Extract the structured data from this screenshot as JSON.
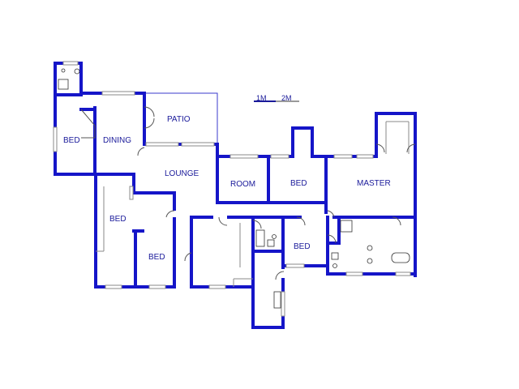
{
  "scale": {
    "marks": [
      "1M",
      "2M"
    ]
  },
  "rooms": [
    {
      "id": "bed-1",
      "label": "BED"
    },
    {
      "id": "dining",
      "label": "DINING"
    },
    {
      "id": "patio",
      "label": "PATIO"
    },
    {
      "id": "lounge",
      "label": "LOUNGE"
    },
    {
      "id": "room",
      "label": "ROOM"
    },
    {
      "id": "bed-2",
      "label": "BED"
    },
    {
      "id": "master",
      "label": "MASTER"
    },
    {
      "id": "bed-3",
      "label": "BED"
    },
    {
      "id": "bed-4",
      "label": "BED"
    },
    {
      "id": "bed-5",
      "label": "BED"
    }
  ],
  "colors": {
    "wall": "#1515c8",
    "label": "#1a1a9a",
    "background": "#ffffff"
  }
}
